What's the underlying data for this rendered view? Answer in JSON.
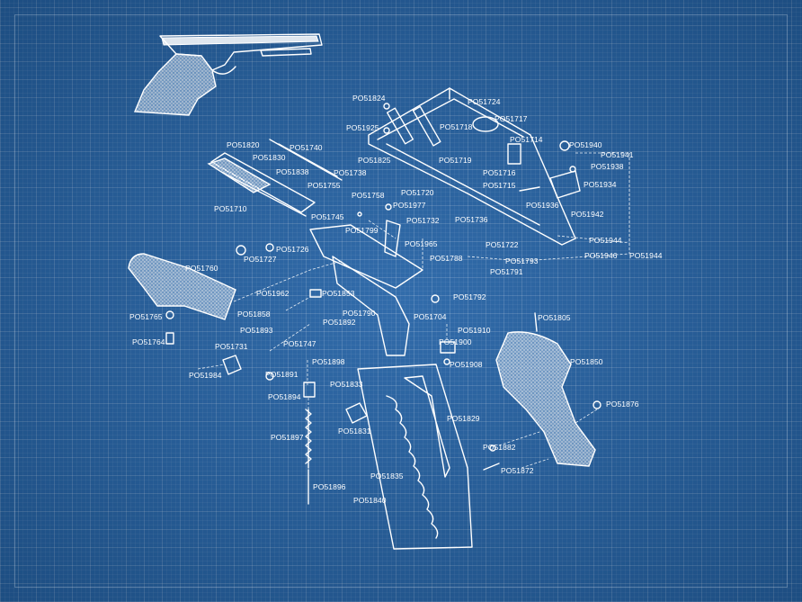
{
  "colors": {
    "background": "#2563a6",
    "line": "#ffffff"
  },
  "parts": {
    "PO51824": "PO51824",
    "PO51724": "PO51724",
    "PO51925": "PO51925",
    "PO51717": "PO51717",
    "PO51718": "PO51718",
    "PO51714": "PO51714",
    "PO51820": "PO51820",
    "PO51740": "PO51740",
    "PO51830": "PO51830",
    "PO51825": "PO51825",
    "PO51719": "PO51719",
    "PO51838": "PO51838",
    "PO51738": "PO51738",
    "PO51716": "PO51716",
    "PO51755": "PO51755",
    "PO51715": "PO51715",
    "PO51758": "PO51758",
    "PO51720": "PO51720",
    "PO51710": "PO51710",
    "PO51745": "PO51745",
    "PO51977": "PO51977",
    "PO51732": "PO51732",
    "PO51736": "PO51736",
    "PO51799": "PO51799",
    "PO51965": "PO51965",
    "PO51722": "PO51722",
    "PO51726": "PO51726",
    "PO51727": "PO51727",
    "PO51788": "PO51788",
    "PO51793": "PO51793",
    "PO51791": "PO51791",
    "PO51760": "PO51760",
    "PO51962": "PO51962",
    "PO51853": "PO51853",
    "PO51792": "PO51792",
    "PO51858": "PO51858",
    "PO51790": "PO51790",
    "PO51892": "PO51892",
    "PO51704": "PO51704",
    "PO51765": "PO51765",
    "PO51893": "PO51893",
    "PO51910": "PO51910",
    "PO51900": "PO51900",
    "PO51764": "PO51764",
    "PO51747": "PO51747",
    "PO51731": "PO51731",
    "PO51908": "PO51908",
    "PO51898": "PO51898",
    "PO51984": "PO51984",
    "PO51891": "PO51891",
    "PO51833": "PO51833",
    "PO51894": "PO51894",
    "PO51829": "PO51829",
    "PO51831": "PO51831",
    "PO51897": "PO51897",
    "PO51835": "PO51835",
    "PO51896": "PO51896",
    "PO51840": "PO51840",
    "PO51805": "PO51805",
    "PO51850": "PO51850",
    "PO51876": "PO51876",
    "PO51882": "PO51882",
    "PO51872": "PO51872",
    "PO51940": "PO51940",
    "PO51941": "PO51941",
    "PO51938": "PO51938",
    "PO51934": "PO51934",
    "PO51936": "PO51936",
    "PO51942": "PO51942",
    "PO51944a": "PO51944",
    "PO51946": "PO51946",
    "PO51944b": "PO51944"
  }
}
